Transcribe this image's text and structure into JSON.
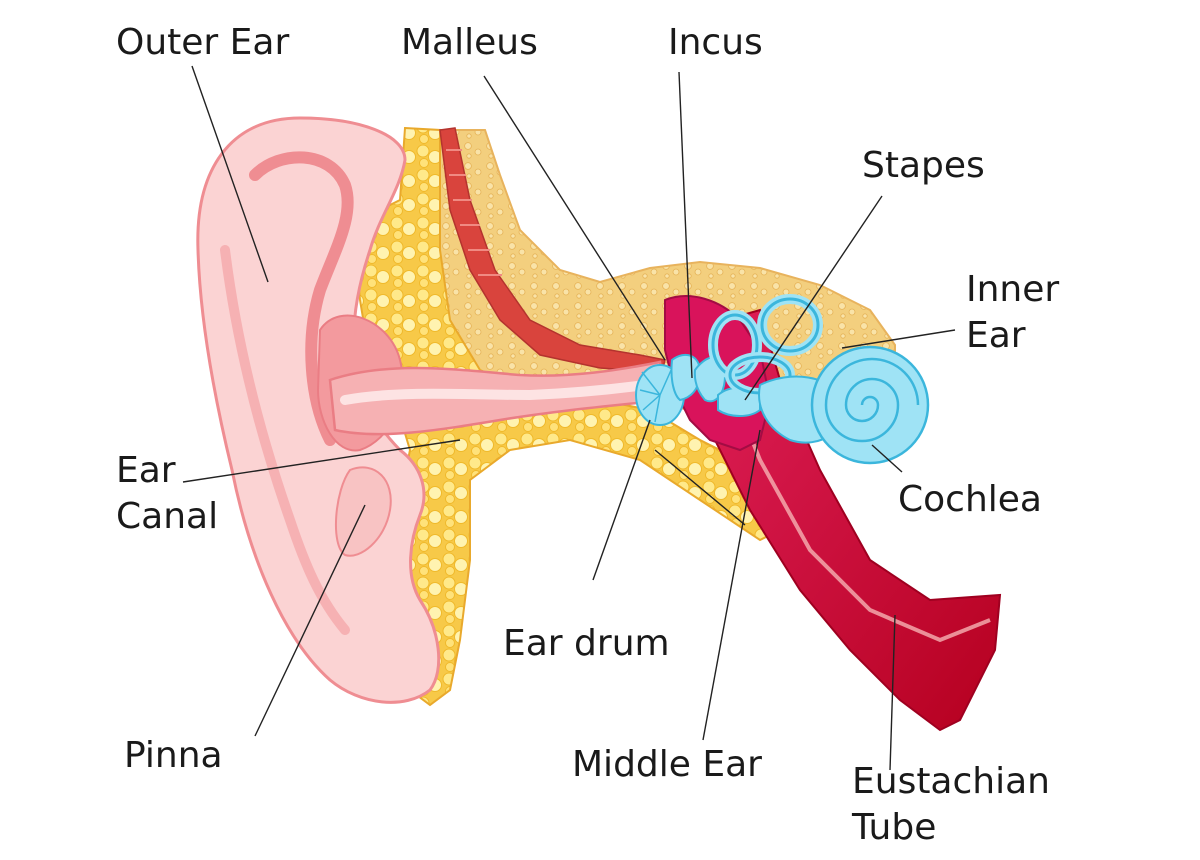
{
  "labels": {
    "outer_ear": "Outer Ear",
    "malleus": "Malleus",
    "incus": "Incus",
    "stapes": "Stapes",
    "inner_ear": "Inner\nEar",
    "ear_canal": "Ear\nCanal",
    "cochlea": "Cochlea",
    "ear_drum": "Ear drum",
    "pinna": "Pinna",
    "middle_ear": "Middle Ear",
    "eustachian_tube": "Eustachian\nTube"
  },
  "colors": {
    "skin_light": "#fbd3d3",
    "skin_mid": "#f6b1b3",
    "skin_dark": "#ef8d92",
    "fat_yellow": "#f9d75f",
    "fat_light": "#fff1a8",
    "bone_beige": "#f5d68c",
    "muscle_red": "#d9443d",
    "middle_ear_magenta": "#d9135b",
    "tube_red": "#c8102e",
    "inner_ear_blue": "#9fe3f5",
    "inner_ear_outline": "#3bb6dc"
  }
}
